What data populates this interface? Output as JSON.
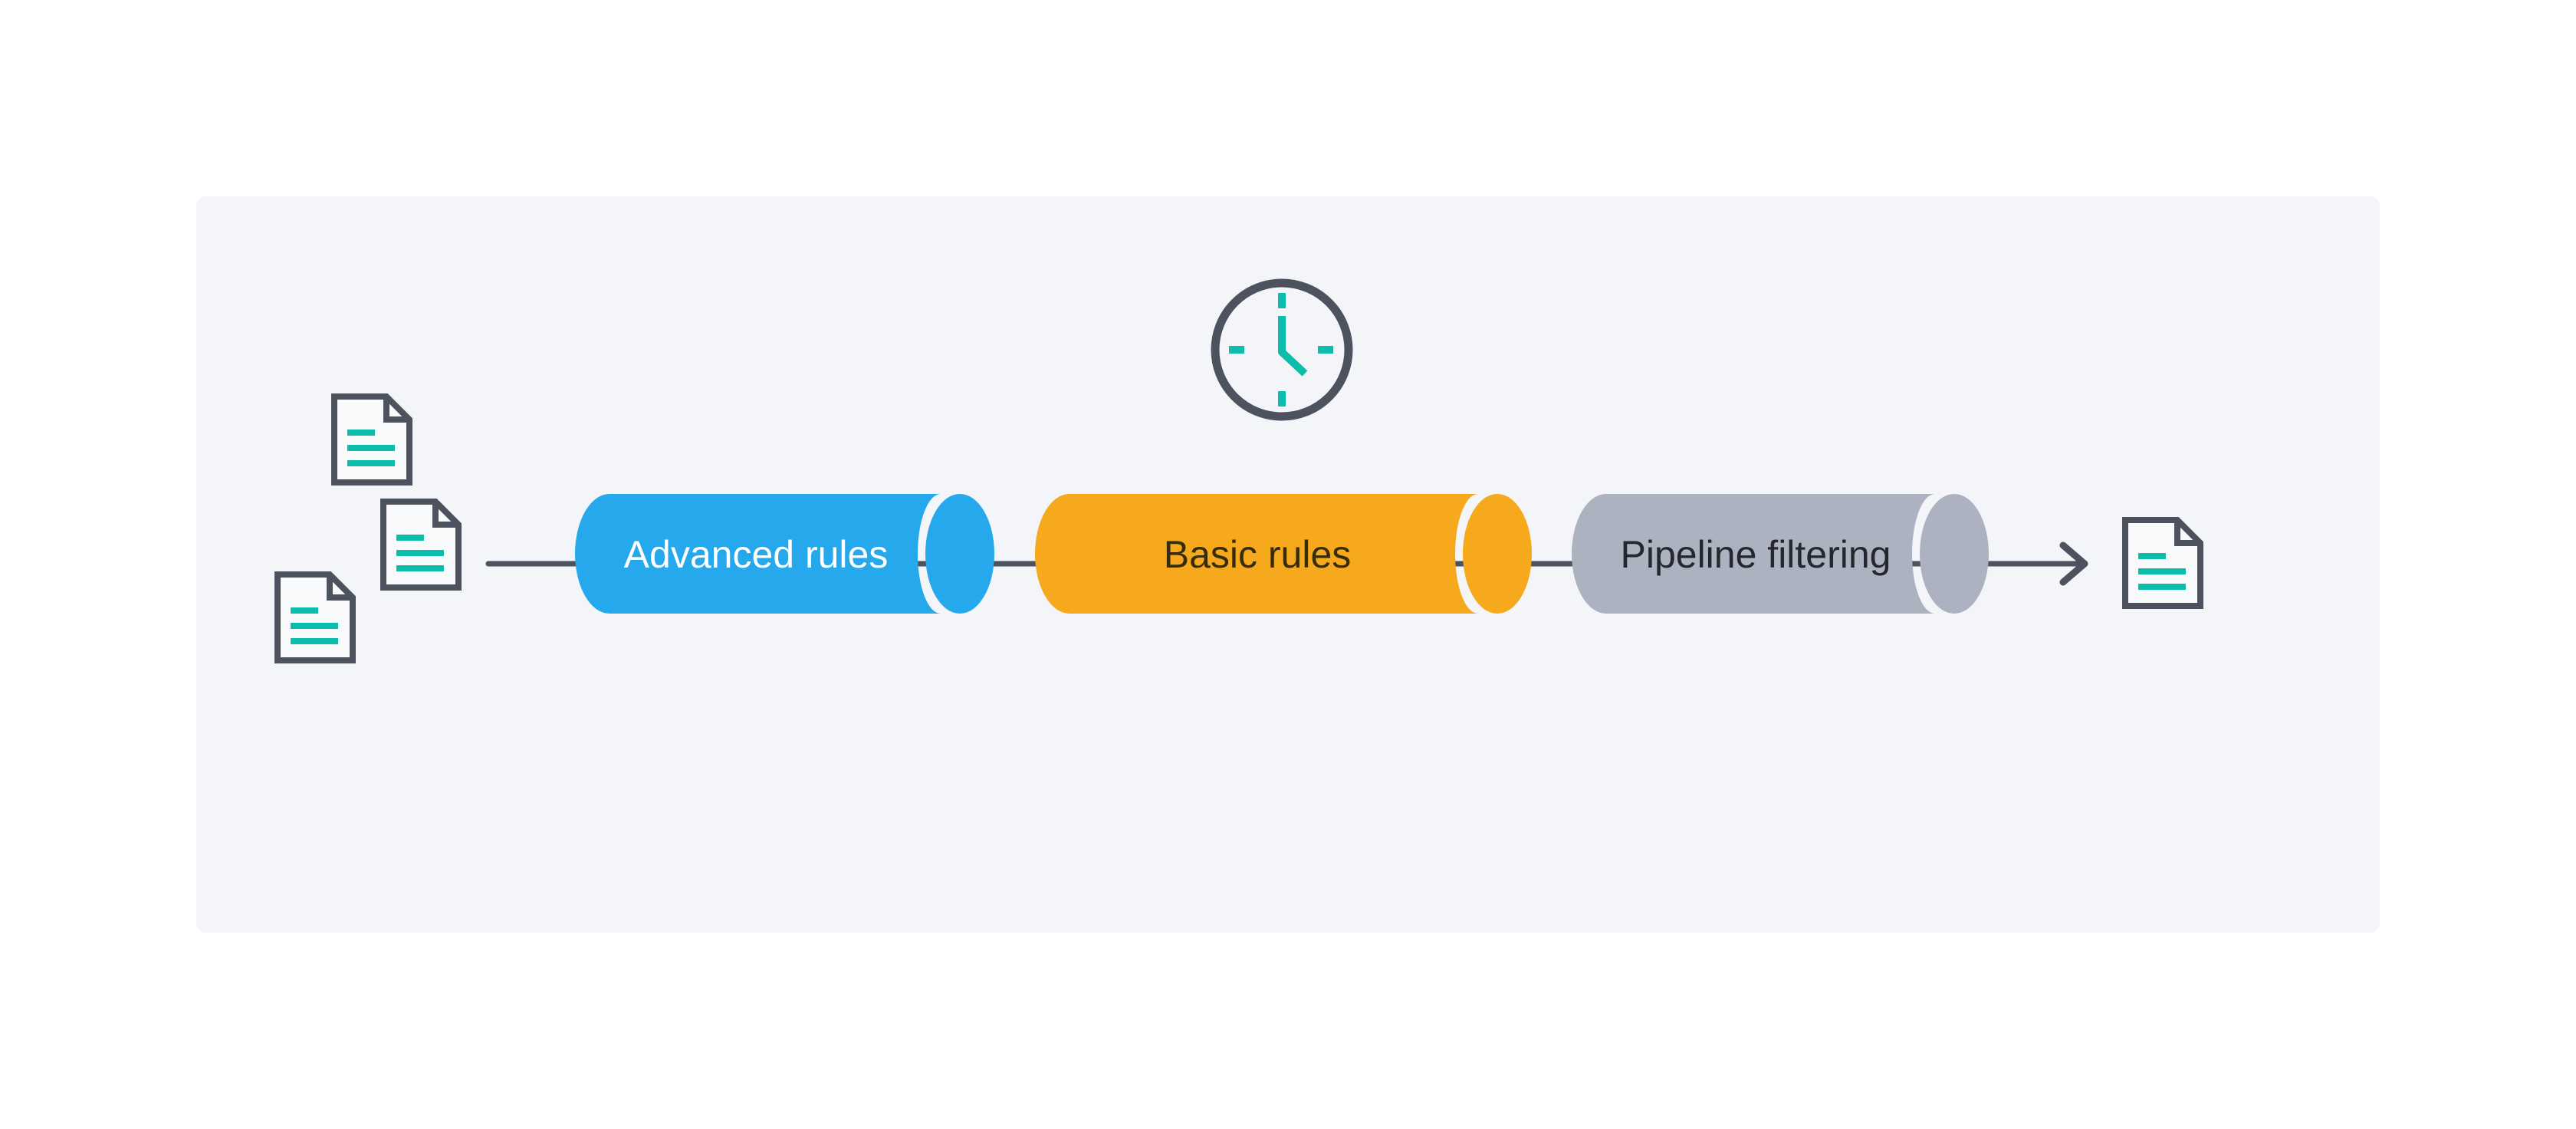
{
  "palette": {
    "page_bg": "#FFFFFF",
    "panel_bg": "#F4F5F8",
    "stroke_dark": "#4C535F",
    "teal": "#0DBDAB",
    "doc_fill": "#F9FAFC"
  },
  "pipeline": {
    "stages": [
      {
        "label": "Advanced rules",
        "color": "#25A8EC",
        "text_color": "#FFFFFF"
      },
      {
        "label": "Basic rules",
        "color": "#F6A91D",
        "text_color": "#362C0C"
      },
      {
        "label": "Pipeline filtering",
        "color": "#ACB2C0",
        "text_color": "#24272E"
      }
    ]
  },
  "icons": {
    "input_documents": [
      "document-icon",
      "document-icon",
      "document-icon"
    ],
    "clock": "clock-icon",
    "arrow": "arrow-right-icon",
    "output_document": "document-icon"
  }
}
